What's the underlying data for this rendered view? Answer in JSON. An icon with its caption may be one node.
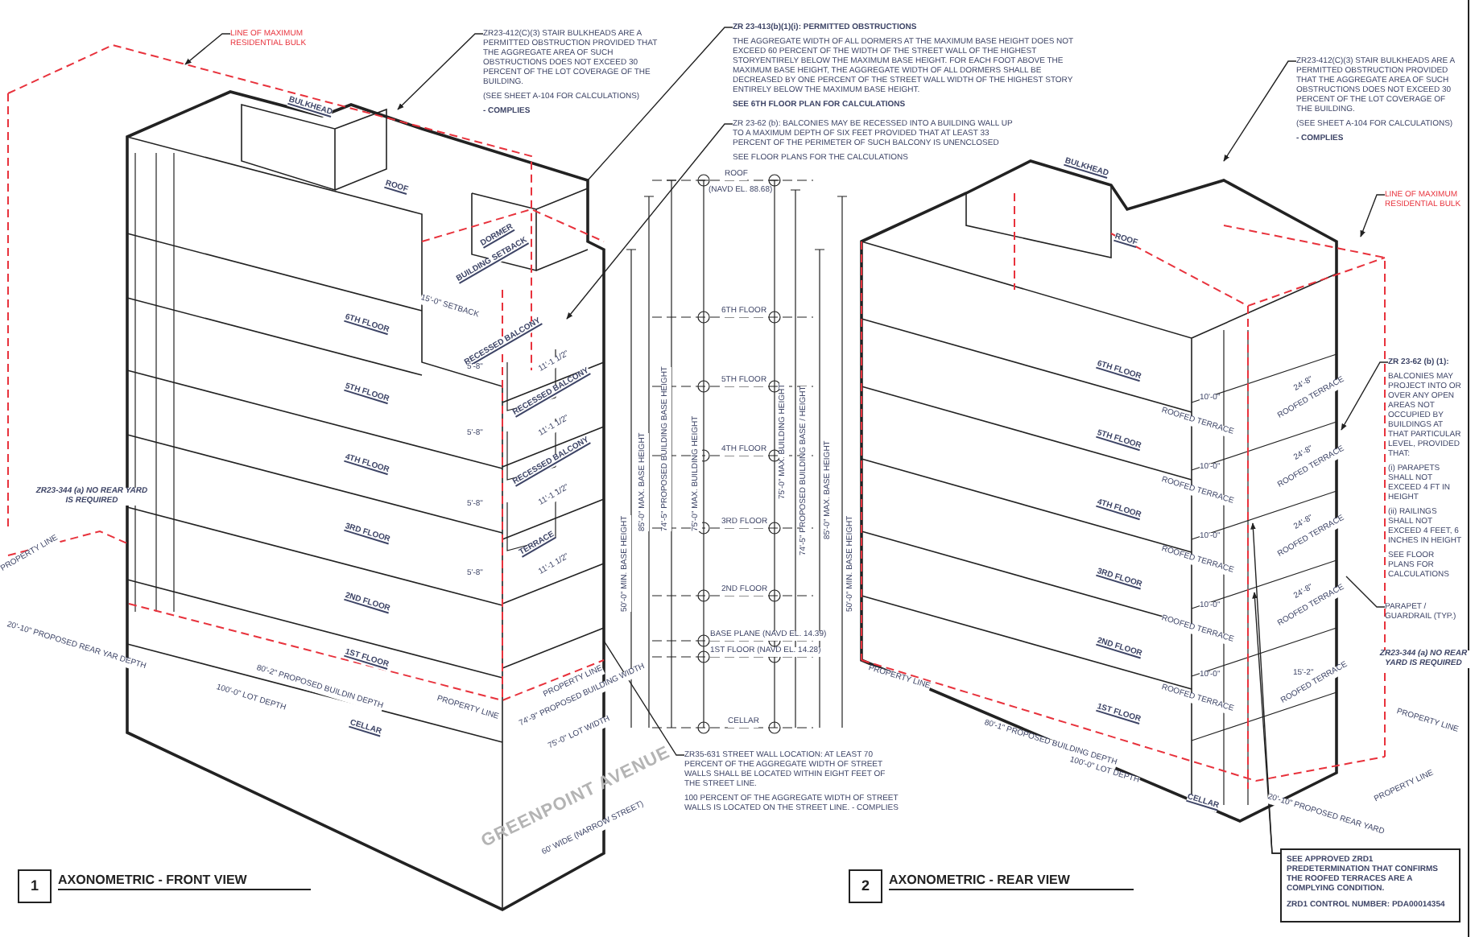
{
  "diagram": {
    "nodes": [
      {
        "text": [
          "ZR23-412(C)(3) STAIR BULKHEADS ARE A PERMITTED OBSTRUCTION PROVIDED THAT THE AGGREGATE AREA OF SUCH OBSTRUCTIONS DOES NOT EXCEED 30 PERCENT OF THE LOT COVERAGE OF THE BUILDING.",
          "(SEE SHEET A-104 FOR CALCULATIONS)",
          "- COMPLIES"
        ]
      },
      {
        "text": [
          "ZR 23-413(b)(1)(i): PERMITTED OBSTRUCTIONS",
          "THE AGGREGATE WIDTH OF ALL DORMERS AT THE MAXIMUM BASE HEIGHT DOES NOT EXCEED 60 PERCENT OF THE WIDTH OF THE STREET WALL OF THE HIGHEST STORYENTIRELY BELOW THE MAXIMUM BASE HEIGHT. FOR EACH FOOT ABOVE THE MAXIMUM BASE HEIGHT, THE AGGREGATE WIDTH OF ALL DORMERS SHALL BE DECREASED BY ONE PERCENT OF THE STREET WALL WIDTH OF THE HIGHEST STORY ENTIRELY BELOW THE MAXIMUM BASE HEIGHT.",
          "SEE 6TH FLOOR PLAN FOR CALCULATIONS"
        ]
      },
      {
        "text": [
          "ZR 23-62 (b): BALCONIES MAY BE RECESSED INTO A BUILDING WALL UP TO A MAXIMUM DEPTH OF SIX FEET PROVIDED THAT AT LEAST 33 PERCENT OF THE PERIMETER OF SUCH BALCONY IS UNENCLOSED",
          "SEE FLOOR PLANS FOR THE CALCULATIONS"
        ]
      },
      {
        "text": [
          "ZR35-631 STREET WALL LOCATION: AT LEAST 70 PERCENT OF THE AGGREGATE WIDTH OF STREET WALLS SHALL BE LOCATED WITHIN EIGHT FEET OF THE STREET LINE.",
          "100 PERCENT OF THE AGGREGATE WIDTH OF STREET WALLS IS LOCATED ON THE STREET LINE. - COMPLIES"
        ]
      },
      {
        "text": [
          "LINE OF MAXIMUM RESIDENTIAL BULK"
        ]
      },
      {
        "text": [
          "ZR23-412(C)(3) STAIR BULKHEADS ARE A PERMITTED OBSTRUCTION PROVIDED THAT THE AGGREGATE AREA OF SUCH OBSTRUCTIONS DOES NOT EXCEED 30 PERCENT OF THE LOT COVERAGE OF THE BUILDING.",
          "(SEE SHEET A-104 FOR CALCULATIONS)",
          "- COMPLIES"
        ]
      },
      {
        "text": [
          "LINE OF MAXIMUM RESIDENTIAL BULK"
        ]
      },
      {
        "text": [
          "ZR 23-62 (b) (1):",
          "BALCONIES MAY PROJECT INTO OR OVER ANY OPEN AREAS NOT OCCUPIED BY BUILDINGS AT THAT PARTICULAR LEVEL, PROVIDED THAT:",
          "(i) PARAPETS SHALL NOT EXCEED 4 FT IN HEIGHT",
          "(ii) RAILINGS SHALL NOT EXCEED 4 FEET, 6 INCHES IN HEIGHT",
          "SEE FLOOR PLANS FOR CALCULATIONS"
        ]
      },
      {
        "text": [
          "PARAPET / GUARDRAIL (TYP.)"
        ]
      },
      {
        "text": [
          "SEE APPROVED ZRD1 PREDETERMINATION THAT CONFIRMS THE ROOFED TERRACES ARE A COMPLYING CONDITION.",
          "ZRD1 CONTROL NUMBER: PDA00014354"
        ]
      },
      {
        "text": [
          "1"
        ],
        "beside": [
          "AXONOMETRIC - FRONT VIEW"
        ]
      },
      {
        "text": [
          "2"
        ],
        "beside": [
          "AXONOMETRIC - REAR VIEW"
        ]
      },
      {
        "text": [],
        "shape": "picture"
      },
      {
        "text": [],
        "shape": "picture"
      }
    ],
    "edges": [
      {
        "from": 0,
        "to": 12,
        "arrow": "to"
      },
      {
        "from": 1,
        "to": 12,
        "arrow": "none"
      },
      {
        "from": 2,
        "to": 12,
        "arrow": "to"
      },
      {
        "from": 3,
        "to": 12,
        "arrow": "none"
      },
      {
        "from": 4,
        "to": 12,
        "arrow": "to"
      },
      {
        "from": 5,
        "to": 13,
        "arrow": "to"
      },
      {
        "from": 6,
        "to": 13,
        "arrow": "to"
      },
      {
        "from": 7,
        "to": 13,
        "arrow": "to"
      },
      {
        "from": 8,
        "to": 13,
        "arrow": "none"
      },
      {
        "from": 9,
        "to": 13,
        "arrow": "to"
      },
      {
        "from": 9,
        "to": 13,
        "arrow": "to"
      }
    ],
    "labels": [
      "BULKHEAD",
      "ROOF",
      "DORMER",
      "BUILDING SETBACK",
      "15'-0\" SETBACK",
      "6TH FLOOR",
      "RECESSED BALCONY",
      "11'-1 1/2\"",
      "5'-8\"",
      "5TH FLOOR",
      "RECESSED BALCONY",
      "11'-1 1/2\"",
      "5'-8\"",
      "4TH FLOOR",
      "RECESSED BALCONY",
      "11'-1 1/2\"",
      "5'-8\"",
      "3RD FLOOR",
      "TERRACE",
      "11'-1 1/2\"",
      "5'-8\"",
      "2ND FLOOR",
      "1ST FLOOR",
      "ZR23-344 (a) NO REAR YARD IS REQUIRED",
      "PROPERTY LINE",
      "20'-10\" PROPOSED REAR YAR DEPTH",
      "80'-2\" PROPOSED BUILDIN DEPTH",
      "100'-0\" LOT DEPTH",
      "CELLAR",
      "PROPERTY LINE",
      "PROPERTY LINE",
      "74'-9\" PROPOSED BUILDING WIDTH",
      "75'-0\" LOT WIDTH",
      "GREENPOINT AVENUE",
      "60' WIDE (NARROW STREET)",
      "ROOF",
      "(NAVD EL. 88.68)",
      "6TH FLOOR",
      "5TH FLOOR",
      "4TH FLOOR",
      "3RD FLOOR",
      "2ND FLOOR",
      "BASE PLANE (NAVD EL. 14.39)",
      "1ST FLOOR (NAVD EL. 14.28)",
      "CELLAR",
      "50'-0\" MIN. BASE HEIGHT",
      "85'-0\" MAX. BASE HEIGHT",
      "74'-5\" PROPOSED BUILDING BASE HEIGHT",
      "75'-0\" MAX. BUILDING HEIGHT",
      "75'-0\" MAX. BUILDING HEIGHT",
      "74'-5\" PROPOSED BUILDING BASE / HEIGHT",
      "85'-0\" MAX. BASE HEIGHT",
      "50'-0\" MIN. BASE HEIGHT",
      "BULKHEAD",
      "ROOF",
      "6TH FLOOR",
      "10'-0\"",
      "ROOFED TERRACE",
      "24'-8\"",
      "ROOFED TERRACE",
      "5TH FLOOR",
      "10'-0\"",
      "ROOFED TERRACE",
      "24'-8\"",
      "ROOFED TERRACE",
      "4TH FLOOR",
      "10'-0\"",
      "ROOFED TERRACE",
      "24'-8\"",
      "ROOFED TERRACE",
      "3RD FLOOR",
      "10'-0\"",
      "ROOFED TERRACE",
      "24'-8\"",
      "ROOFED TERRACE",
      "2ND FLOOR",
      "10'-0\"",
      "ROOFED TERRACE",
      "15'-2\"",
      "ROOFED TERRACE",
      "1ST FLOOR",
      "PROPERTY LINE",
      "80'-1\" PROPOSED BUILDING DEPTH",
      "100'-0\" LOT DEPTH",
      "CELLAR",
      "20'-10\" PROPOSED REAR YARD",
      "PROPERTY LINE",
      "PROPERTY LINE",
      "ZR23-344 (a) NO REAR YARD IS REQUIRED"
    ]
  }
}
